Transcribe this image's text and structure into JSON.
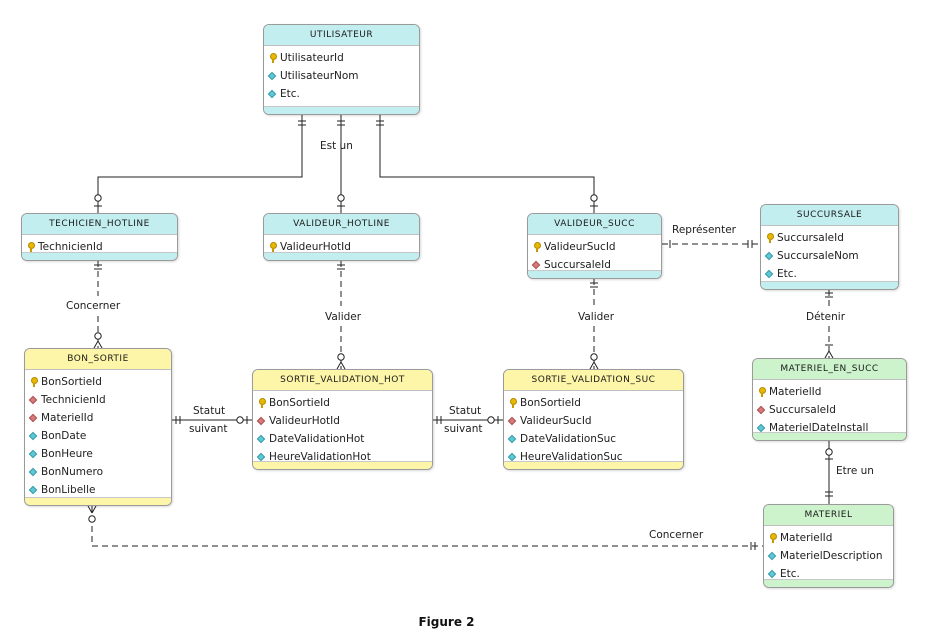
{
  "entities": {
    "utilisateur": {
      "title": "UTILISATEUR",
      "attrs": [
        {
          "name": "UtilisateurId",
          "kind": "pk"
        },
        {
          "name": "UtilisateurNom",
          "kind": "col"
        },
        {
          "name": "Etc.",
          "kind": "col"
        }
      ]
    },
    "techicien_hotline": {
      "title": "TECHICIEN_HOTLINE",
      "attrs": [
        {
          "name": "TechnicienId",
          "kind": "pk"
        }
      ]
    },
    "valideur_hotline": {
      "title": "VALIDEUR_HOTLINE",
      "attrs": [
        {
          "name": "ValideurHotId",
          "kind": "pk"
        }
      ]
    },
    "valideur_succ": {
      "title": "VALIDEUR_SUCC",
      "attrs": [
        {
          "name": "ValideurSucId",
          "kind": "pk"
        },
        {
          "name": "SuccursaleId",
          "kind": "fk"
        }
      ]
    },
    "succursale": {
      "title": "SUCCURSALE",
      "attrs": [
        {
          "name": "SuccursaleId",
          "kind": "pk"
        },
        {
          "name": "SuccursaleNom",
          "kind": "col"
        },
        {
          "name": "Etc.",
          "kind": "col"
        }
      ]
    },
    "bon_sortie": {
      "title": "BON_SORTIE",
      "attrs": [
        {
          "name": "BonSortieId",
          "kind": "pk"
        },
        {
          "name": "TechnicienId",
          "kind": "fk"
        },
        {
          "name": "MaterielId",
          "kind": "fk"
        },
        {
          "name": "BonDate",
          "kind": "col"
        },
        {
          "name": "BonHeure",
          "kind": "col"
        },
        {
          "name": "BonNumero",
          "kind": "col"
        },
        {
          "name": "BonLibelle",
          "kind": "col"
        }
      ]
    },
    "sortie_validation_hot": {
      "title": "SORTIE_VALIDATION_HOT",
      "attrs": [
        {
          "name": "BonSortieId",
          "kind": "pk"
        },
        {
          "name": "ValideurHotId",
          "kind": "fk"
        },
        {
          "name": "DateValidationHot",
          "kind": "col"
        },
        {
          "name": "HeureValidationHot",
          "kind": "col"
        }
      ]
    },
    "sortie_validation_suc": {
      "title": "SORTIE_VALIDATION_SUC",
      "attrs": [
        {
          "name": "BonSortieId",
          "kind": "pk"
        },
        {
          "name": "ValideurSucId",
          "kind": "fk"
        },
        {
          "name": "DateValidationSuc",
          "kind": "col"
        },
        {
          "name": "HeureValidationSuc",
          "kind": "col"
        }
      ]
    },
    "materiel_en_succ": {
      "title": "MATERIEL_EN_SUCC",
      "attrs": [
        {
          "name": "MaterielId",
          "kind": "pk"
        },
        {
          "name": "SuccursaleId",
          "kind": "fk"
        },
        {
          "name": "MaterielDateInstall",
          "kind": "col"
        }
      ]
    },
    "materiel": {
      "title": "MATERIEL",
      "attrs": [
        {
          "name": "MaterielId",
          "kind": "pk"
        },
        {
          "name": "MaterielDescription",
          "kind": "col"
        },
        {
          "name": "Etc.",
          "kind": "col"
        }
      ]
    }
  },
  "labels": {
    "est_un": "Est un",
    "concerner_1": "Concerner",
    "valider_1": "Valider",
    "valider_2": "Valider",
    "representer": "Représenter",
    "detenir": "Détenir",
    "statut_1": "Statut",
    "suivant_1": "suivant",
    "statut_2": "Statut",
    "suivant_2": "suivant",
    "etre_un": "Etre un",
    "concerner_2": "Concerner"
  },
  "caption": "Figure 2",
  "colors": {
    "cyan_header": "#c3eef0",
    "yellow_header": "#fdf5a8",
    "green_header": "#cdf3cd"
  }
}
